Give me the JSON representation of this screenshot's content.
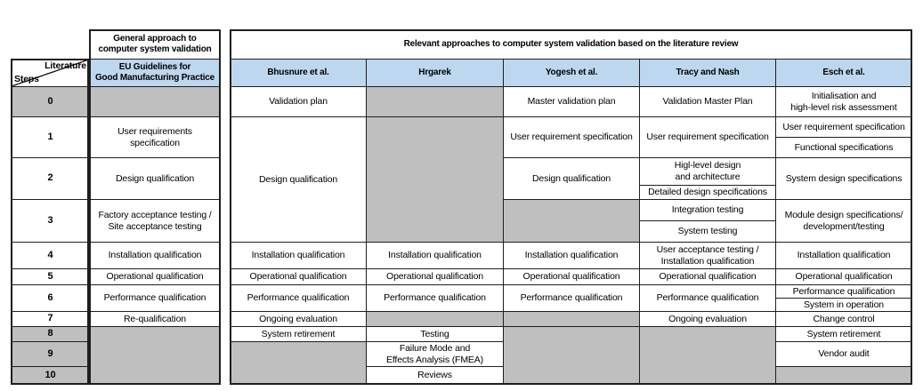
{
  "titles": {
    "left_group": "General approach to\ncomputer system validation",
    "right_group": "Relevant approaches to computer system validation based on the literature review",
    "corner_top": "Literature",
    "corner_bottom": "Steps"
  },
  "column_headers": {
    "eu": "EU Guidelines for\nGood Manufacturing Practice",
    "bhusnure": "Bhusnure et al.",
    "hrgarek": "Hrgarek",
    "yogesh": "Yogesh et al.",
    "tracy": "Tracy and Nash",
    "esch": "Esch et al."
  },
  "steps": [
    "0",
    "1",
    "2",
    "3",
    "4",
    "5",
    "6",
    "7",
    "8",
    "9",
    "10"
  ],
  "cells": {
    "eu": {
      "r1": "User requirements\nspecification",
      "r2": "Design qualification",
      "r3": "Factory acceptance testing /\nSite acceptance testing",
      "r4": "Installation qualification",
      "r5": "Operational qualification",
      "r6": "Performance qualification",
      "r7": "Re-qualification"
    },
    "bhusnure": {
      "r0": "Validation plan",
      "r1_3": "Design qualification",
      "r4": "Installation qualification",
      "r5": "Operational qualification",
      "r6": "Performance qualification",
      "r7": "Ongoing evaluation",
      "r8": "System retirement"
    },
    "hrgarek": {
      "r4": "Installation qualification",
      "r5": "Operational qualification",
      "r6": "Performance qualification",
      "r8": "Testing",
      "r9": "Failure Mode and\nEffects Analysis (FMEA)",
      "r10": "Reviews"
    },
    "yogesh": {
      "r0": "Master validation plan",
      "r1": "User requirement specification",
      "r2": "Design qualification",
      "r4": "Installation qualification",
      "r5": "Operational qualification",
      "r6": "Performance qualification"
    },
    "tracy": {
      "r0": "Validation Master Plan",
      "r1": "User requirement specification",
      "r2a": "Higl-level design\nand architecture",
      "r2b": "Detailed design specifications",
      "r3a": "Integration testing",
      "r3b": "System testing",
      "r4": "User acceptance testing /\nInstallation qualification",
      "r5": "Operational qualification",
      "r6": "Performance qualification",
      "r7": "Ongoing evaluation"
    },
    "esch": {
      "r0": "Initialisation and\nhigh-level risk assessment",
      "r1a": "User requirement specification",
      "r1b": "Functional specifications",
      "r2": "System design specifications",
      "r3": "Module design specifications/\ndevelopment/testing",
      "r4": "Installation qualification",
      "r5": "Operational qualification",
      "r6a": "Performance qualification",
      "r6b": "System in operation",
      "r7": "Change control",
      "r8": "System retirement",
      "r9": "Vendor audit"
    }
  },
  "colors": {
    "header_blue": "#BDD7EE",
    "empty_gray": "#BFBFBF",
    "border": "#1F1F1F",
    "text": "#000000"
  }
}
